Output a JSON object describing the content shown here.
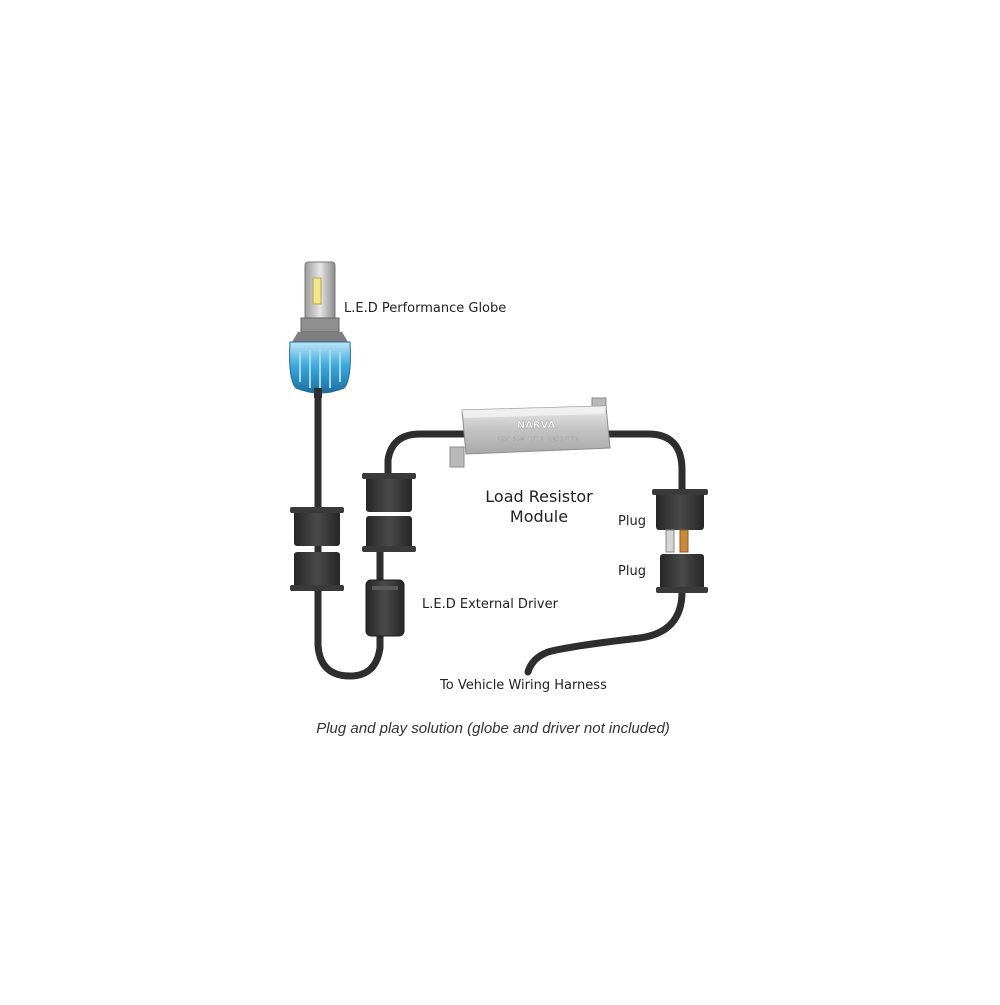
{
  "labels": {
    "led_globe": "L.E.D Performance Globe",
    "resistor_module": "Load Resistor Module",
    "plug_1": "Plug",
    "plug_2": "Plug",
    "external_driver": "L.E.D External Driver",
    "vehicle_harness": "To Vehicle Wiring Harness"
  },
  "resistor_markings": {
    "brand": "NARVA",
    "rating": "12V 50W LOAD RESISTOR"
  },
  "caption": "Plug and play solution (globe and driver not included)",
  "colors": {
    "cable": "#2e2e2e",
    "connector": "#3a3a3a",
    "globe_glow": "#3fa9de",
    "resistor_body": "#c9c9c9",
    "text": "#222222"
  },
  "icons": {
    "globe": "led-bulb-icon",
    "resistor": "load-resistor-icon",
    "driver": "driver-box-icon",
    "connector": "plug-connector-icon"
  }
}
